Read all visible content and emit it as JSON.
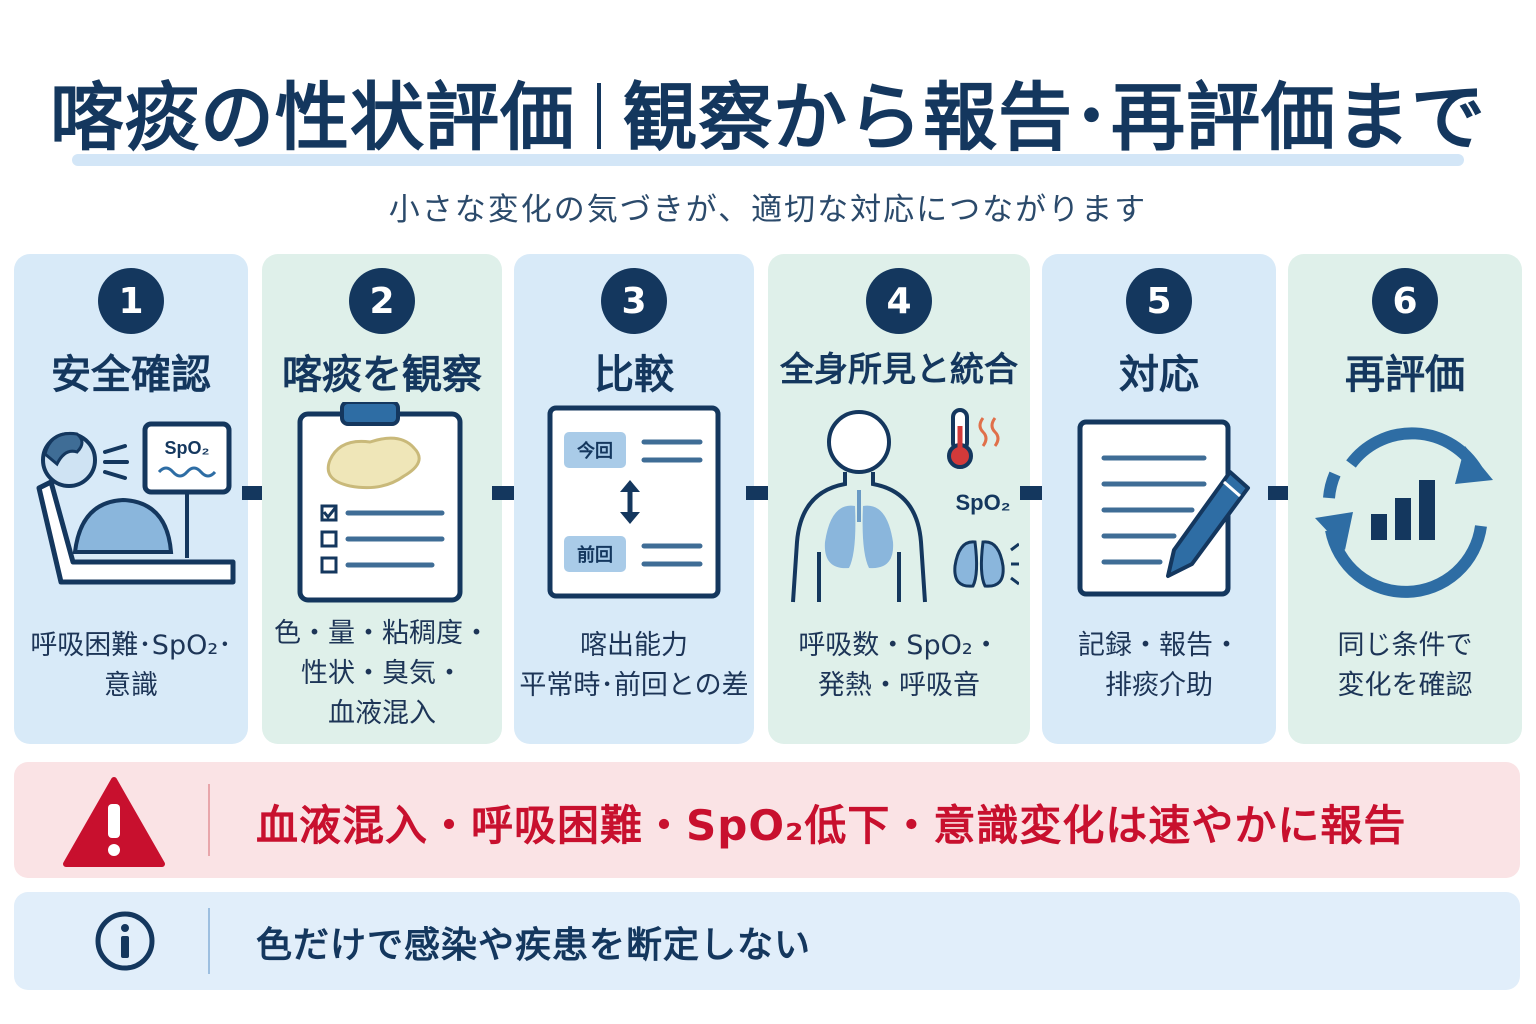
{
  "header": {
    "title_left": "喀痰の性状評価",
    "title_right": "観察から報告･再評価まで",
    "subtitle": "小さな変化の気づきが、適切な対応につながります"
  },
  "steps": [
    {
      "number": "1",
      "title": "安全確認",
      "description": "呼吸困難･SpO₂･\n意識",
      "icon": "patient-monitor-icon",
      "color": "blue",
      "monitor_label": "SpO₂"
    },
    {
      "number": "2",
      "title": "喀痰を観察",
      "description": "色・量・粘稠度・\n性状・臭気・\n血液混入",
      "icon": "clipboard-checklist-icon",
      "color": "green"
    },
    {
      "number": "3",
      "title": "比較",
      "description": "喀出能力\n平常時･前回との差",
      "icon": "compare-card-icon",
      "color": "blue",
      "current_label": "今回",
      "previous_label": "前回"
    },
    {
      "number": "4",
      "title": "全身所見と統合",
      "description": "呼吸数・SpO₂・\n発熱・呼吸音",
      "icon": "body-lungs-icon",
      "color": "green",
      "spo2_label": "SpO₂"
    },
    {
      "number": "5",
      "title": "対応",
      "description": "記録・報告・\n排痰介助",
      "icon": "document-pen-icon",
      "color": "blue"
    },
    {
      "number": "6",
      "title": "再評価",
      "description": "同じ条件で\n変化を確認",
      "icon": "cycle-chart-icon",
      "color": "green"
    }
  ],
  "alert": {
    "text": "血液混入・呼吸困難・SpO₂低下・意識変化は速やかに報告",
    "icon": "warning-triangle-icon"
  },
  "note": {
    "text": "色だけで感染や疾患を断定しない",
    "icon": "info-circle-icon"
  },
  "colors": {
    "navy": "#14375e",
    "accent": "#2e6da4",
    "blue_panel": "#d8eaf8",
    "green_panel": "#dff0ea",
    "alert_red": "#c8102e",
    "alert_bg": "#fae3e5",
    "note_bg": "#e1eefa"
  }
}
